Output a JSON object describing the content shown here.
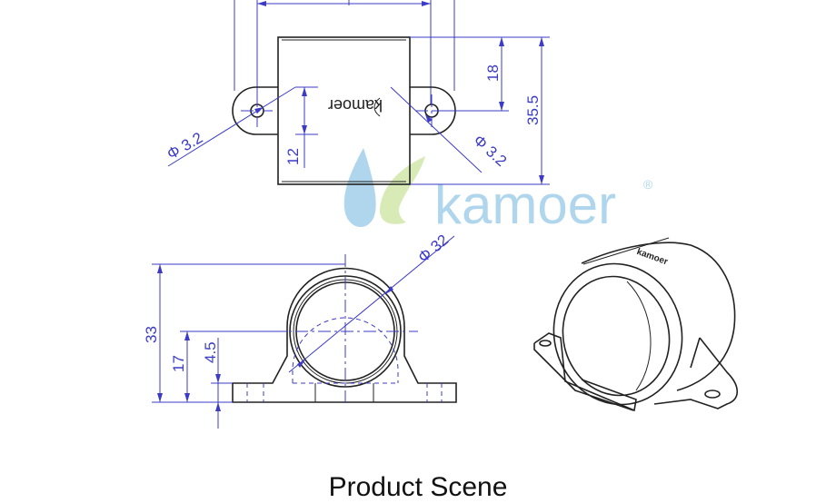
{
  "dimensions": {
    "hole_dia_left": "Φ 3.2",
    "hole_dia_right": "Φ 3.2",
    "height_18": "18",
    "height_35_5": "35.5",
    "offset_12": "12",
    "bore_dia": "Φ 32",
    "height_33": "33",
    "height_17": "17",
    "base_4_5": "4.5"
  },
  "brand": {
    "stamp_text": "kamoer",
    "watermark_text": "kamoer"
  },
  "caption": "Product Scene",
  "colors": {
    "dimension": "#3b3bc8",
    "outline": "#222222",
    "watermark_drop": "#6fb6dd",
    "watermark_leaf": "#b9db7d"
  }
}
